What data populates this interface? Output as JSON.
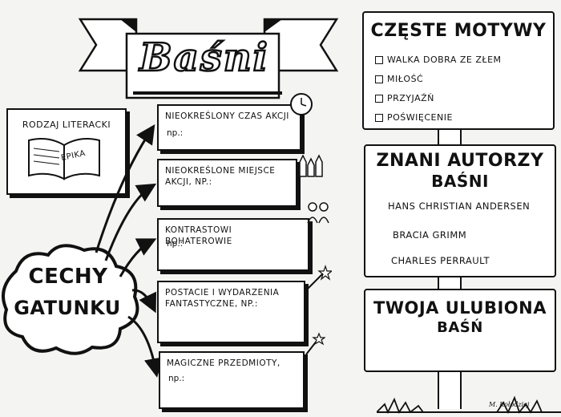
{
  "title": "Baśni",
  "genre_box": {
    "label": "RODZAJ LITERACKI",
    "book_text": "EPIKA"
  },
  "cloud": {
    "line1": "CECHY",
    "line2": "GATUNKU"
  },
  "features": [
    {
      "label": "NIEOKREŚLONY CZAS AKCJI",
      "np": "np.:"
    },
    {
      "label": "NIEOKREŚLONE MIEJSCE AKCJI, np.:",
      "np": ""
    },
    {
      "label": "KONTRASTOWI BOHATEROWIE",
      "np": "np.:"
    },
    {
      "label": "POSTACIE I WYDARZENIA FANTASTYCZNE, np.:",
      "np": ""
    },
    {
      "label": "MAGICZNE PRZEDMIOTY,",
      "np": "np.:"
    }
  ],
  "motifs": {
    "title": "CZĘSTE MOTYWY",
    "items": [
      "WALKA DOBRA ZE ZŁEM",
      "MIŁOŚĆ",
      "PRZYJAŹŃ",
      "POŚWIĘCENIE"
    ]
  },
  "authors": {
    "title_line1": "ZNANI AUTORZY",
    "title_line2": "BAŚNI",
    "items": [
      "HANS CHRISTIAN ANDERSEN",
      "BRACIA GRIMM",
      "CHARLES PERRAULT"
    ]
  },
  "favorite": {
    "title_line1": "TWOJA ULUBIONA",
    "title_line2": "BAŚŃ"
  },
  "signature": "M. Kołodziej"
}
